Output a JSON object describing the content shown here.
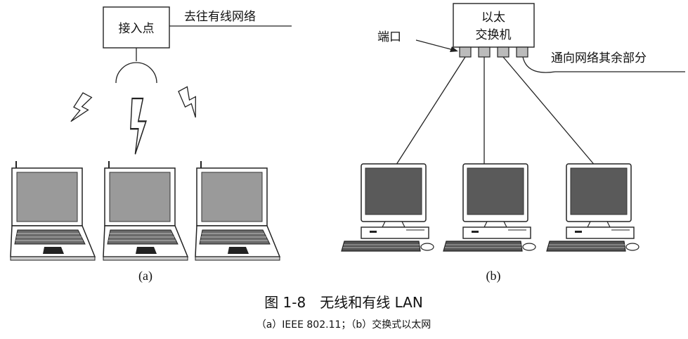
{
  "panel_a": {
    "access_point_label": "接入点",
    "wired_network_label": "去往有线网络",
    "panel_label": "(a)",
    "laptops": [
      "laptop",
      "laptop",
      "laptop"
    ]
  },
  "panel_b": {
    "switch_label_line1": "以太",
    "switch_label_line2": "交换机",
    "port_label": "端口",
    "rest_of_network_label": "通向网络其余部分",
    "panel_label": "(b)",
    "computers": [
      "computer",
      "computer",
      "computer"
    ]
  },
  "caption": {
    "title": "图 1-8　无线和有线 LAN",
    "subtitle": "（a）IEEE 802.11；（b）交换式以太网"
  },
  "colors": {
    "screen": "#9a9a9a",
    "screen_dark": "#5a5a5a",
    "stroke": "#222222"
  },
  "icons": {
    "wireless": "lightning-bolt-icon",
    "laptop": "laptop-icon",
    "computer": "desktop-computer-icon",
    "switch_port": "port-icon"
  }
}
